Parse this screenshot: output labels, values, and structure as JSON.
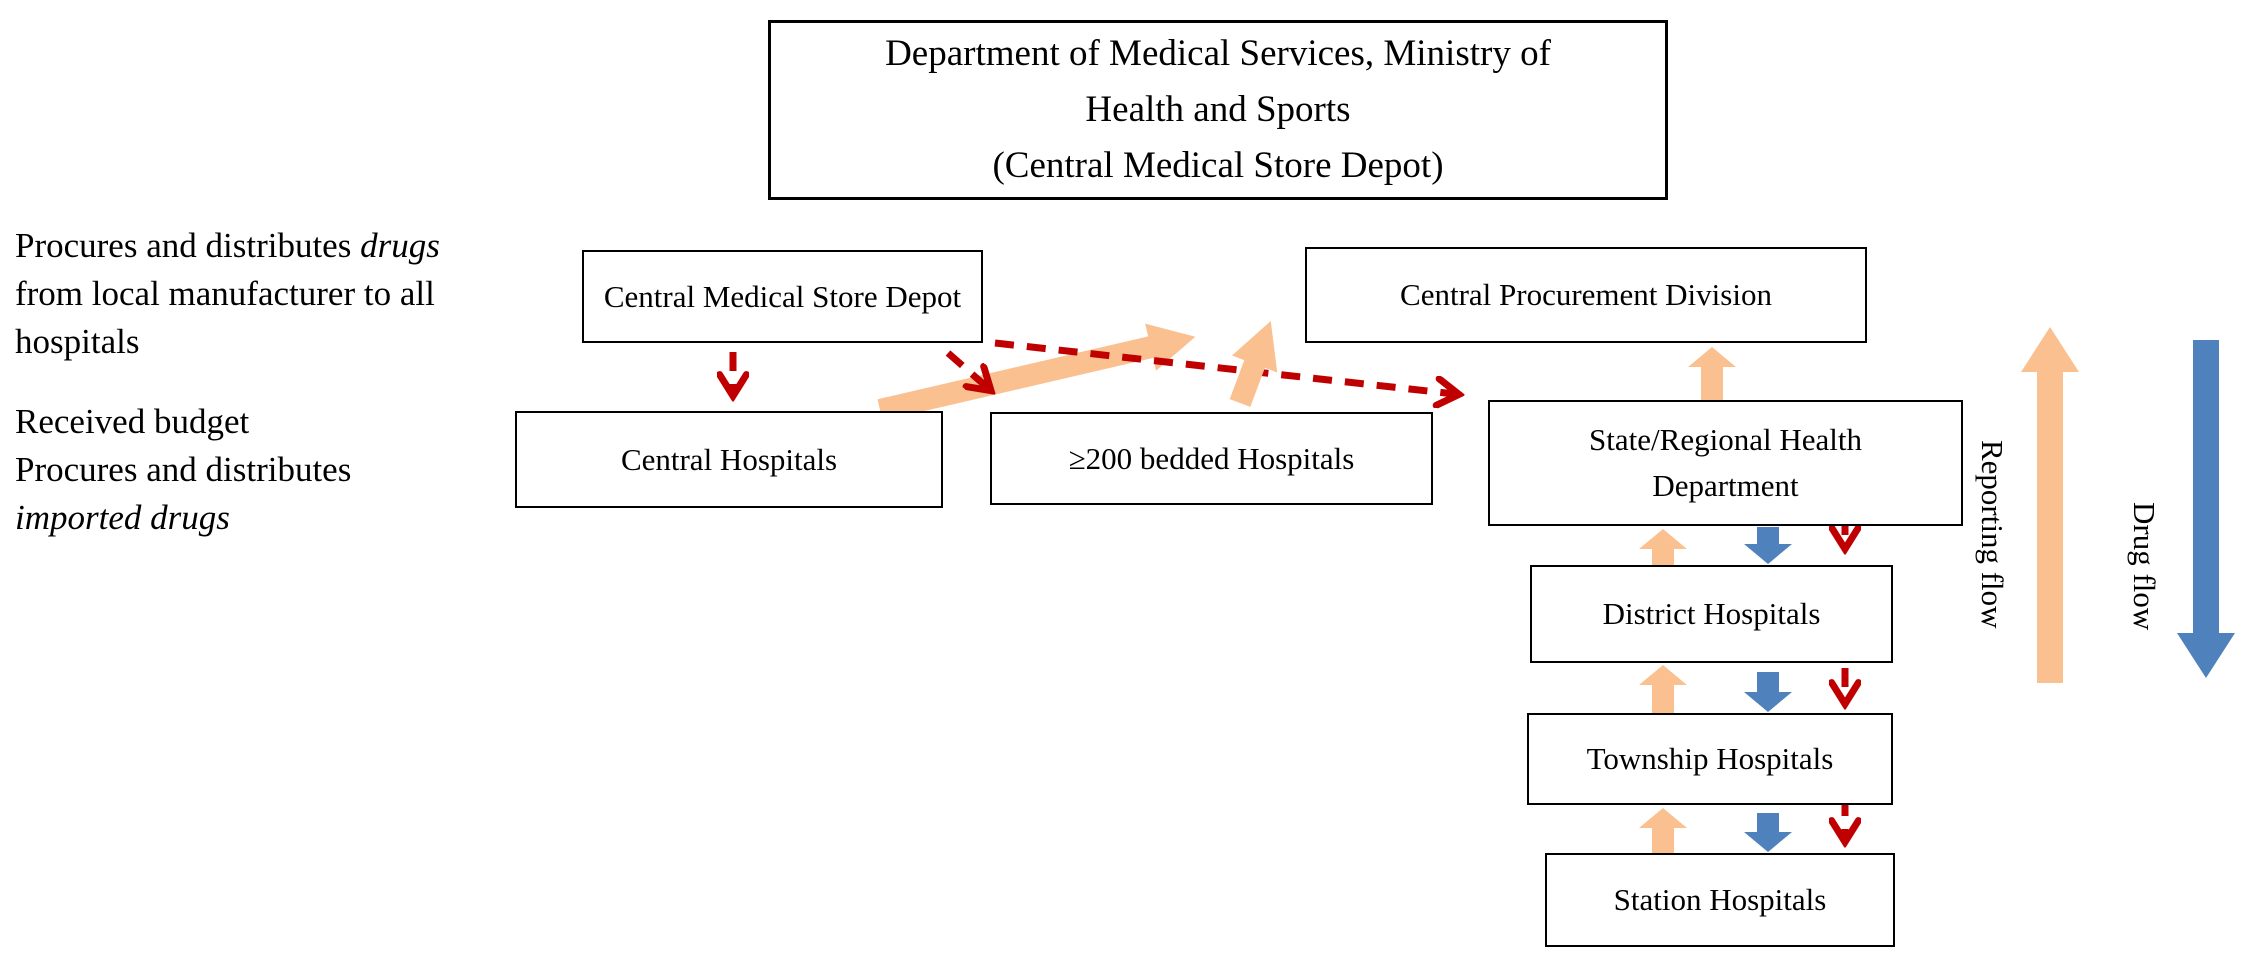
{
  "colors": {
    "reporting_flow": "#FAC090",
    "drug_flow": "#4F81BD",
    "procurement_flow": "#C00000",
    "box_border": "#000000",
    "text": "#000000",
    "background": "#FFFFFF"
  },
  "boxes": {
    "department": {
      "line1": "Department of Medical Services, Ministry of",
      "line2": "Health and Sports",
      "line3": "(Central Medical Store Depot)"
    },
    "cmsd": {
      "label": "Central Medical Store Depot"
    },
    "cpd": {
      "label": "Central Procurement Division"
    },
    "central_hospitals": {
      "label": "Central Hospitals"
    },
    "bedded_200": {
      "label": "≥200 bedded Hospitals"
    },
    "state_regional": {
      "line1": "State/Regional Health",
      "line2": "Department"
    },
    "district": {
      "label": "District Hospitals"
    },
    "township": {
      "label": "Township Hospitals"
    },
    "station": {
      "label": "Station Hospitals"
    }
  },
  "annotations": {
    "local_drugs": {
      "line1_normal": "Procures and distributes ",
      "line1_italic": "drugs",
      "line2": "from local manufacturer to all",
      "line3": "hospitals"
    },
    "imported_drugs": {
      "line1": "Received budget",
      "line2": "Procures and distributes",
      "line3_italic": "imported drugs"
    }
  },
  "flow_labels": {
    "reporting": "Reporting flow",
    "drug": "Drug flow"
  },
  "edges": [
    {
      "from": "Central Medical Store Depot",
      "to": "Central Hospitals",
      "flow": "drug_distribution",
      "style": "dashed-red"
    },
    {
      "from": "Central Medical Store Depot",
      "to": "≥200 bedded Hospitals",
      "flow": "drug_distribution",
      "style": "dashed-red"
    },
    {
      "from": "Central Medical Store Depot",
      "to": "State/Regional Health Department",
      "flow": "drug_distribution",
      "style": "dashed-red"
    },
    {
      "from": "State/Regional Health Department",
      "to": "District Hospitals",
      "flow": "drug_distribution",
      "style": "dashed-red"
    },
    {
      "from": "District Hospitals",
      "to": "Township Hospitals",
      "flow": "drug_distribution",
      "style": "dashed-red"
    },
    {
      "from": "Township Hospitals",
      "to": "Station Hospitals",
      "flow": "drug_distribution",
      "style": "dashed-red"
    },
    {
      "from": "Central Hospitals",
      "to": "Central Procurement Division",
      "flow": "reporting",
      "style": "solid-orange"
    },
    {
      "from": "≥200 bedded Hospitals",
      "to": "Central Procurement Division",
      "flow": "reporting",
      "style": "solid-orange"
    },
    {
      "from": "State/Regional Health Department",
      "to": "Central Procurement Division",
      "flow": "reporting",
      "style": "solid-orange"
    },
    {
      "from": "District Hospitals",
      "to": "State/Regional Health Department",
      "flow": "reporting",
      "style": "solid-orange"
    },
    {
      "from": "Township Hospitals",
      "to": "District Hospitals",
      "flow": "reporting",
      "style": "solid-orange"
    },
    {
      "from": "Station Hospitals",
      "to": "Township Hospitals",
      "flow": "reporting",
      "style": "solid-orange"
    },
    {
      "from": "State/Regional Health Department",
      "to": "District Hospitals",
      "flow": "drug",
      "style": "solid-blue"
    },
    {
      "from": "District Hospitals",
      "to": "Township Hospitals",
      "flow": "drug",
      "style": "solid-blue"
    },
    {
      "from": "Township Hospitals",
      "to": "Station Hospitals",
      "flow": "drug",
      "style": "solid-blue"
    }
  ]
}
